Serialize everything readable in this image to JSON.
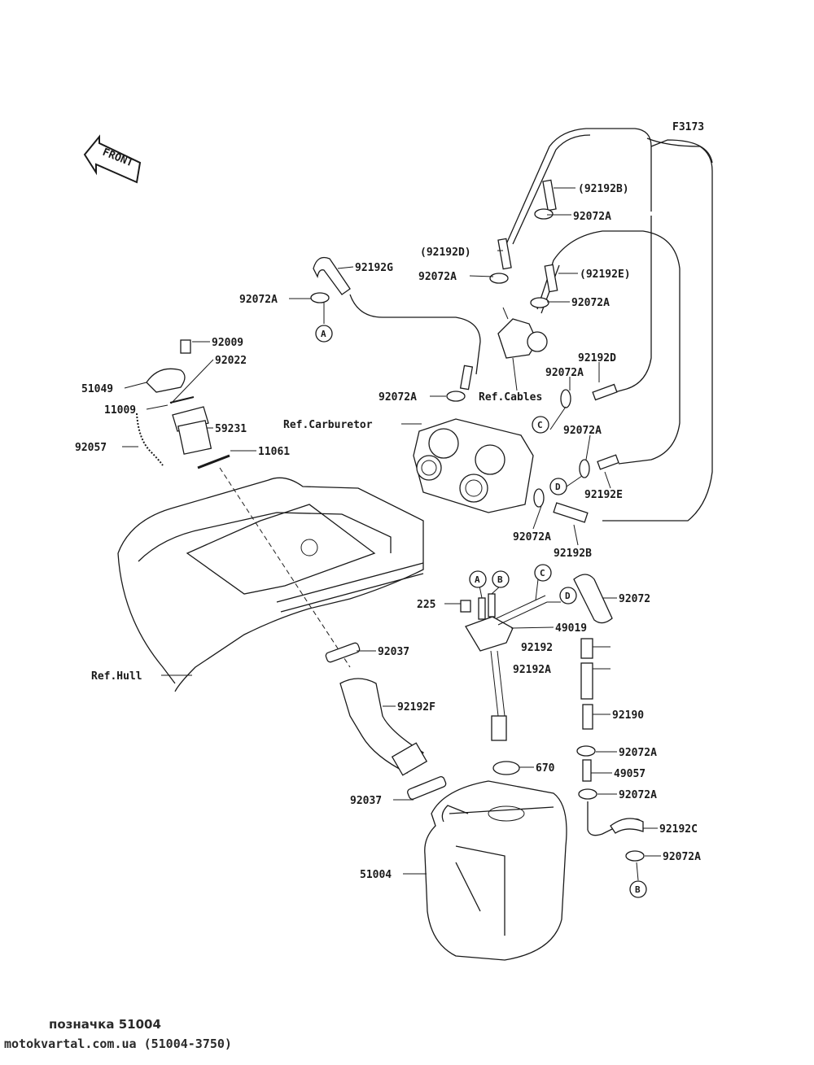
{
  "diagram_code": "F3173",
  "front_arrow": "FRONT",
  "labels": {
    "p92192B_paren": "(92192B)",
    "p92072A_1": "92072A",
    "p92192D_paren": "(92192D)",
    "p92192G": "92192G",
    "p92072A_2": "92072A",
    "p92192E_paren": "(92192E)",
    "p92072A_3": "92072A",
    "p92072A_4": "92072A",
    "p92009": "92009",
    "p92022": "92022",
    "p51049": "51049",
    "p92192D": "92192D",
    "p92072A_5": "92072A",
    "ref_cables": "Ref.Cables",
    "p92072A_6": "92072A",
    "p11009": "11009",
    "ref_carburetor": "Ref.Carburetor",
    "p59231": "59231",
    "p92072A_7": "92072A",
    "p92057": "92057",
    "p11061": "11061",
    "p92192E": "92192E",
    "p92072A_8": "92072A",
    "p92192B": "92192B",
    "p225": "225",
    "p92072": "92072",
    "p49019": "49019",
    "p92192": "92192",
    "p92037_1": "92037",
    "p92192A": "92192A",
    "ref_hull": "Ref.Hull",
    "p92192F": "92192F",
    "p92190": "92190",
    "p92072A_9": "92072A",
    "p670": "670",
    "p49057": "49057",
    "p92072A_10": "92072A",
    "p92037_2": "92037",
    "p92192C": "92192C",
    "p51004": "51004",
    "p92072A_11": "92072A"
  },
  "callouts": {
    "A1": "A",
    "C1": "C",
    "D1": "D",
    "A2": "A",
    "B2": "B",
    "C2": "C",
    "D2": "D",
    "B3": "B"
  },
  "footer": {
    "caption": "позначка 51004",
    "source": "motokvartal.com.ua (51004-3750)"
  }
}
